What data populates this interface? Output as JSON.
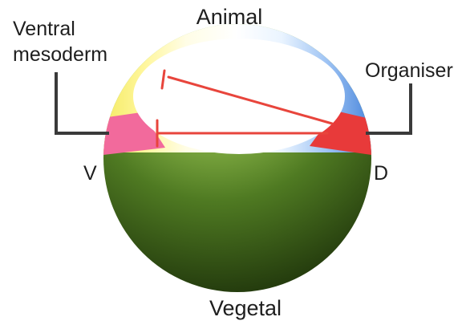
{
  "labels": {
    "animal": "Animal",
    "vegetal": "Vegetal",
    "ventral_mesoderm_line1": "Ventral",
    "ventral_mesoderm_line2": "mesoderm",
    "organiser": "Organiser",
    "ventral_pole": "V",
    "dorsal_pole": "D"
  },
  "colors": {
    "background": "#ffffff",
    "label_text": "#1e1e1e",
    "leader_line": "#3a3a3a",
    "inhibition_arrow": "#e8453c",
    "vegetal_dark": "#2e4a14",
    "vegetal_mid": "#5f8a28",
    "vegetal_light": "#d8f0b0",
    "yellow_region": "#f7ee5a",
    "pink_region": "#f26a9c",
    "blue_region": "#4f8fe0",
    "red_region": "#e83a3a"
  }
}
